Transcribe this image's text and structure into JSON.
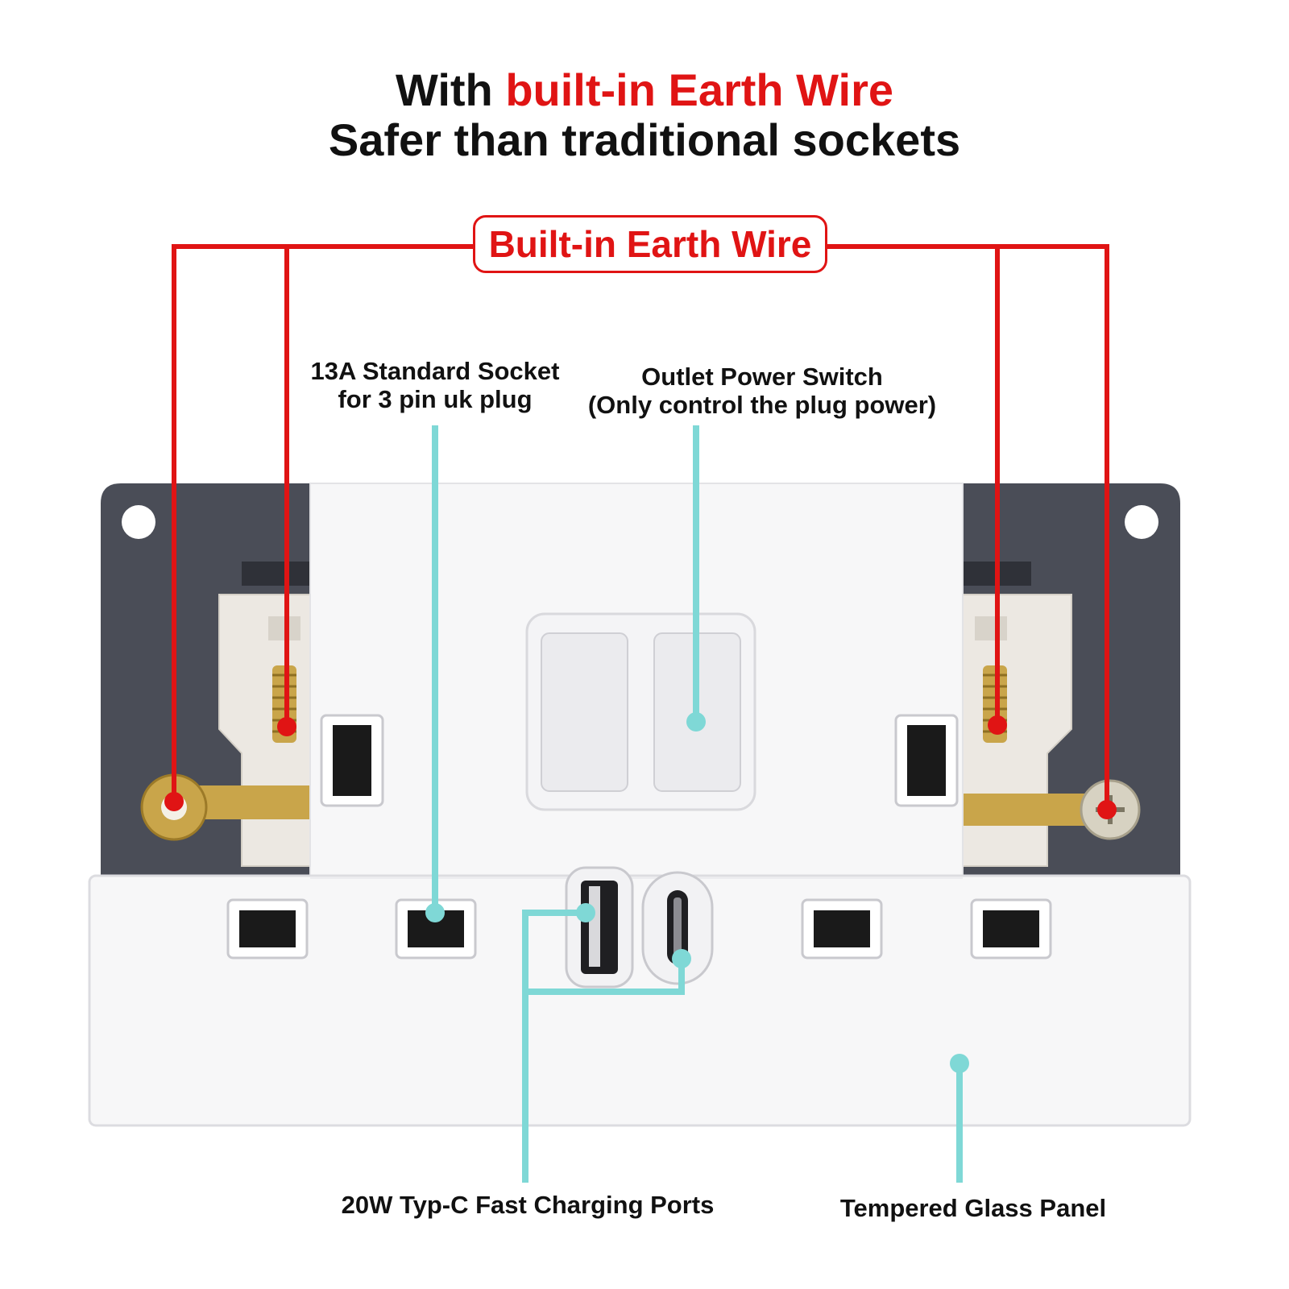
{
  "headline": {
    "line1_prefix": "With ",
    "line1_highlight": "built-in Earth Wire",
    "line2": "Safer than traditional sockets"
  },
  "callouts": {
    "earth_wire": "Built-in Earth Wire",
    "socket_line1": "13A Standard Socket",
    "socket_line2": "for 3 pin uk plug",
    "switch_line1": "Outlet Power Switch",
    "switch_line2": "(Only control the plug power)",
    "charging": "20W  Typ-C Fast Charging Ports",
    "panel": "Tempered Glass Panel"
  },
  "colors": {
    "earth_callout": "#e01414",
    "feature_callout": "#7fd8d6",
    "backplate": "#4a4d57",
    "brass": "#c9a54a"
  }
}
